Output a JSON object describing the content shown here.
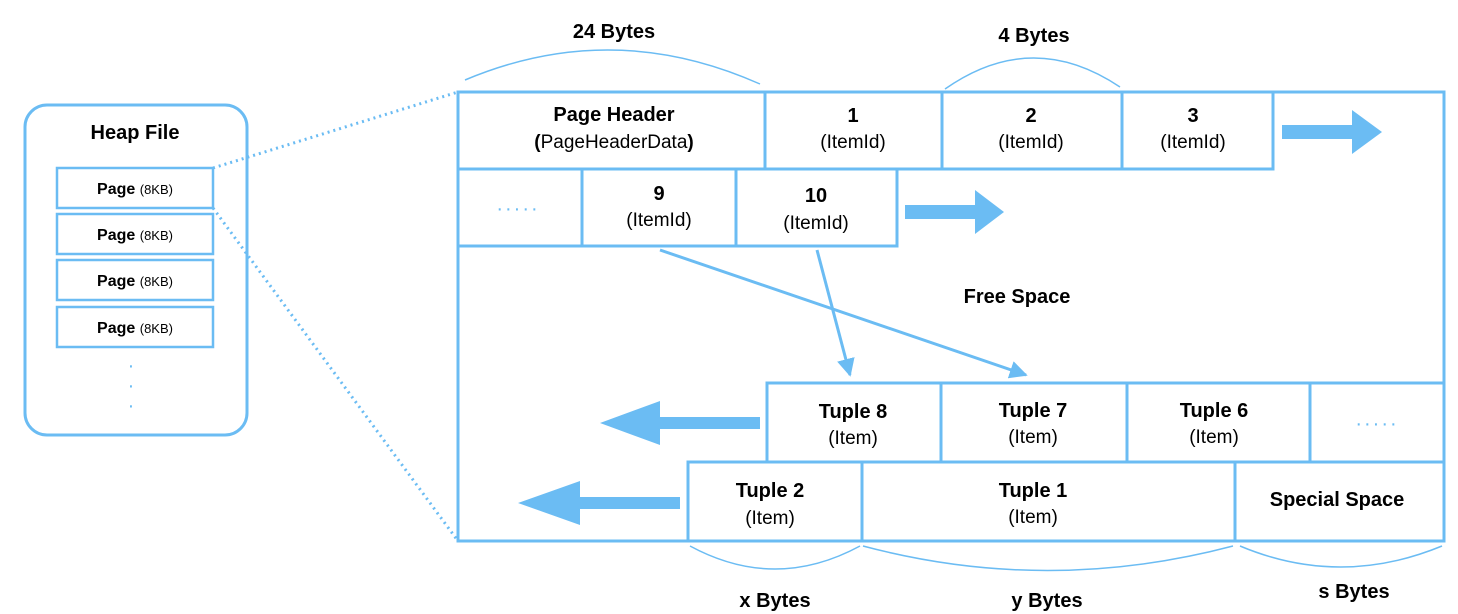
{
  "heap_file": {
    "title": "Heap File",
    "pages": [
      {
        "label": "Page",
        "size": "(8KB)"
      },
      {
        "label": "Page",
        "size": "(8KB)"
      },
      {
        "label": "Page",
        "size": "(8KB)"
      },
      {
        "label": "Page",
        "size": "(8KB)"
      }
    ],
    "more": "·"
  },
  "page": {
    "header": {
      "title": "Page Header",
      "subtitle": "PageHeaderData",
      "open": "(",
      "close": ")"
    },
    "item_ids_row1": [
      {
        "num": "1",
        "label": "(ItemId)"
      },
      {
        "num": "2",
        "label": "(ItemId)"
      },
      {
        "num": "3",
        "label": "(ItemId)"
      }
    ],
    "item_ids_row2": {
      "ellipsis": "·····",
      "cells": [
        {
          "num": "9",
          "label": "(ItemId)"
        },
        {
          "num": "10",
          "label": "(ItemId)"
        }
      ]
    },
    "free_space": "Free Space",
    "tuples_row1": {
      "cells": [
        {
          "name": "Tuple 8",
          "label": "(Item)"
        },
        {
          "name": "Tuple 7",
          "label": "(Item)"
        },
        {
          "name": "Tuple 6",
          "label": "(Item)"
        }
      ],
      "ellipsis": "·····"
    },
    "tuples_row2": [
      {
        "name": "Tuple 2",
        "label": "(Item)"
      },
      {
        "name": "Tuple 1",
        "label": "(Item)"
      }
    ],
    "special_space": "Special Space"
  },
  "sizes": {
    "header_bytes": "24 Bytes",
    "itemid_bytes": "4 Bytes",
    "tuple2_bytes": "x Bytes",
    "tuple1_bytes": "y Bytes",
    "special_bytes": "s Bytes"
  },
  "colors": {
    "accent": "#6bbcf3",
    "text": "#000000",
    "background": "#ffffff"
  }
}
